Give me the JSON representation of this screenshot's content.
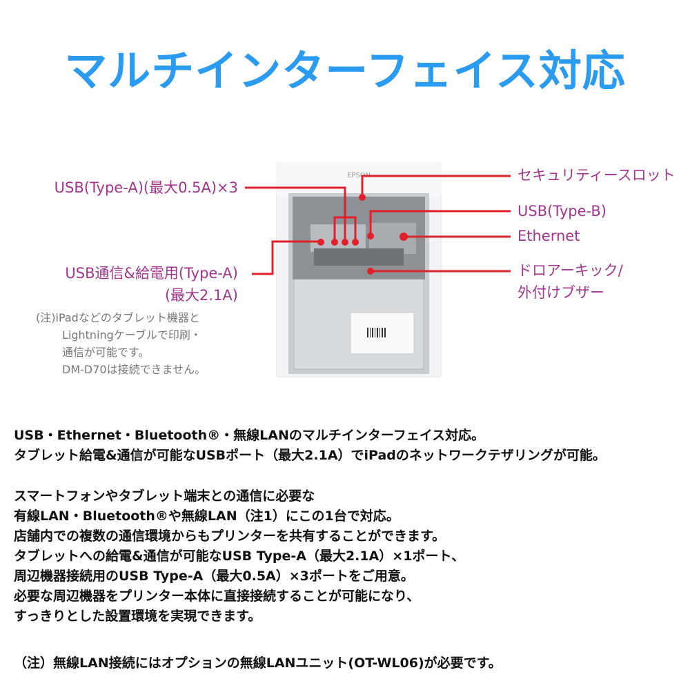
{
  "title": "マルチインターフェイス対応",
  "product": {
    "brand_logo": "EPSON"
  },
  "labels": {
    "usb_type_a_x3": "USB(Type-A)(最大0.5A)×3",
    "usb_power_line1": "USB通信&給電用(Type-A)",
    "usb_power_line2": "(最大2.1A)",
    "security_slot": "セキュリティースロット",
    "usb_type_b": "USB(Type-B)",
    "ethernet": "Ethernet",
    "drawer_kick_line1": "ドロアーキック/",
    "drawer_kick_line2": "外付けブザー"
  },
  "note": {
    "lines": [
      "(注)iPadなどのタブレット機器と",
      "Lightningケーブルで印刷・",
      "通信が可能です。",
      "DM-D70は接続できません。"
    ]
  },
  "body": {
    "lines": [
      "USB・Ethernet・Bluetooth®・無線LANのマルチインターフェイス対応。",
      "タブレット給電&通信が可能なUSBポート（最大2.1A）でiPadのネットワークテザリングが可能。",
      "スマートフォンやタブレット端末との通信に必要な",
      "有線LAN・Bluetooth®や無線LAN（注1）にこの1台で対応。",
      "店舗内での複数の通信環境からもプリンターを共有することができます。",
      "タブレットへの給電&通信が可能なUSB Type-A（最大2.1A）×1ポート、",
      "周辺機器接続用のUSB Type-A（最大0.5A）×3ポートをご用意。",
      "必要な周辺機器をプリンター本体に直接接続することが可能になり、",
      "すっきりとした設置環境を実現できます。",
      "（注）無線LAN接続にはオプションの無線LANユニット(OT-WL06)が必要です。"
    ]
  },
  "colors": {
    "title": "#2a9bf0",
    "label": "#a2358f",
    "callout_line": "#e0202a",
    "note": "#777777"
  }
}
